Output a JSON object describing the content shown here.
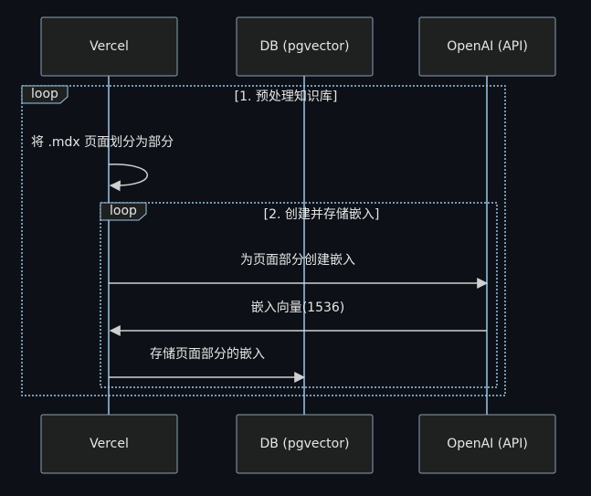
{
  "participants": [
    {
      "id": "vercel",
      "label": "Vercel"
    },
    {
      "id": "db",
      "label": "DB (pgvector)"
    },
    {
      "id": "openai",
      "label": "OpenAI (API)"
    }
  ],
  "loops": [
    {
      "tag": "loop",
      "condition": "[1. 预处理知识库]"
    },
    {
      "tag": "loop",
      "condition": "[2. 创建并存储嵌入]"
    }
  ],
  "messages": [
    {
      "from": "vercel",
      "to": "vercel",
      "text": "将 .mdx 页面划分为部分"
    },
    {
      "from": "vercel",
      "to": "openai",
      "text": "为页面部分创建嵌入"
    },
    {
      "from": "openai",
      "to": "vercel",
      "text": "嵌入向量(1536)"
    },
    {
      "from": "vercel",
      "to": "db",
      "text": "存储页面部分的嵌入"
    }
  ]
}
